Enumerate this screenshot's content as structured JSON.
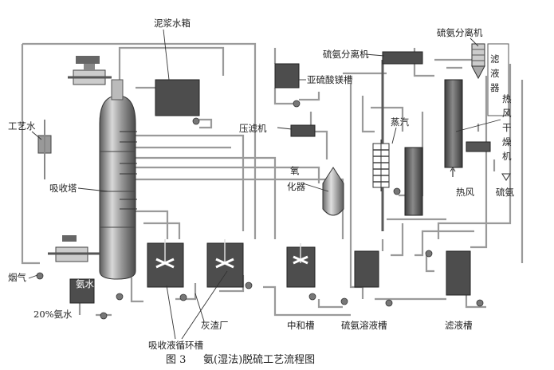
{
  "caption": {
    "fig": "图 3",
    "title": "氨(湿法)脱硫工艺流程图"
  },
  "labels": {
    "slurry_tank": "泥浆水箱",
    "process_water": "工艺水",
    "absorber": "吸收塔",
    "flue_gas": "烟气",
    "ammonia_tank": "氨水箱",
    "ammonia_20": "20%氨水",
    "ammonium_bisulfite_tank": "亚硫酸镁槽",
    "filter_press": "压滤机",
    "oxidizer": "氧化器",
    "ash_yard": "灰渣厂",
    "absorbent_circ_tank": "吸收液循环槽",
    "neutralization_tank": "中和槽",
    "ammonium_sulfate_tank": "硫氨溶液槽",
    "sulfate_separator_1": "硫氨分离机",
    "sulfate_separator_2": "硫氨分离机",
    "steam": "蒸汽",
    "filtrate": "滤液器",
    "hot_air_dryer": "热风干燥机",
    "hot_air": "热风",
    "ammonium_sulfate": "硫氨",
    "filtrate_tank": "滤液槽"
  },
  "colors": {
    "pipe": "#9a9a9a",
    "vessel": "#4d4d4d",
    "tower": "#8a8a8a"
  }
}
